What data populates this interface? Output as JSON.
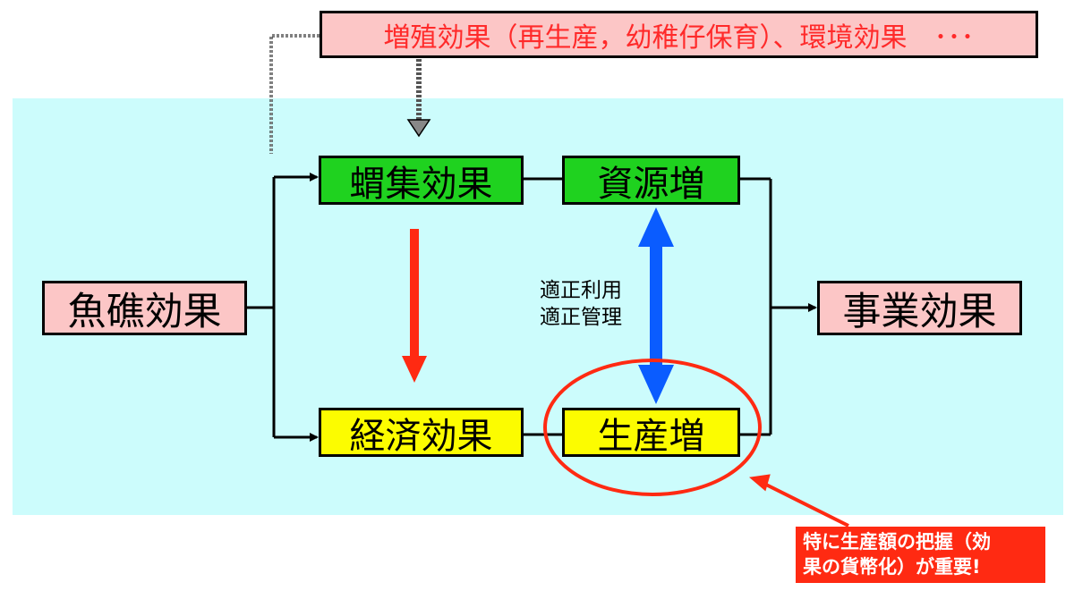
{
  "top_note": {
    "text": "増殖効果（再生産，幼稚仔保育）、環境効果　･･･"
  },
  "boxes": {
    "gyoshou": "魚礁効果",
    "shuugyo": "蝟集効果",
    "shigen": "資源増",
    "keizai": "経済効果",
    "seisan": "生産増",
    "jigyou": "事業効果"
  },
  "middle_labels": [
    "適正利用",
    "適正管理"
  ],
  "callout": {
    "line1": "特に生産額の把握（効",
    "line2": "果の貨幣化）が重要!"
  },
  "colors": {
    "panel": "#ccfcfc",
    "pink_box": "#fcc6c6",
    "green_box": "#1fd21f",
    "yellow_box": "#fcfc00",
    "red_arrow": "#ff2a12",
    "blue_arrow": "#0a5cff",
    "highlight_ellipse": "#ff2a12"
  }
}
